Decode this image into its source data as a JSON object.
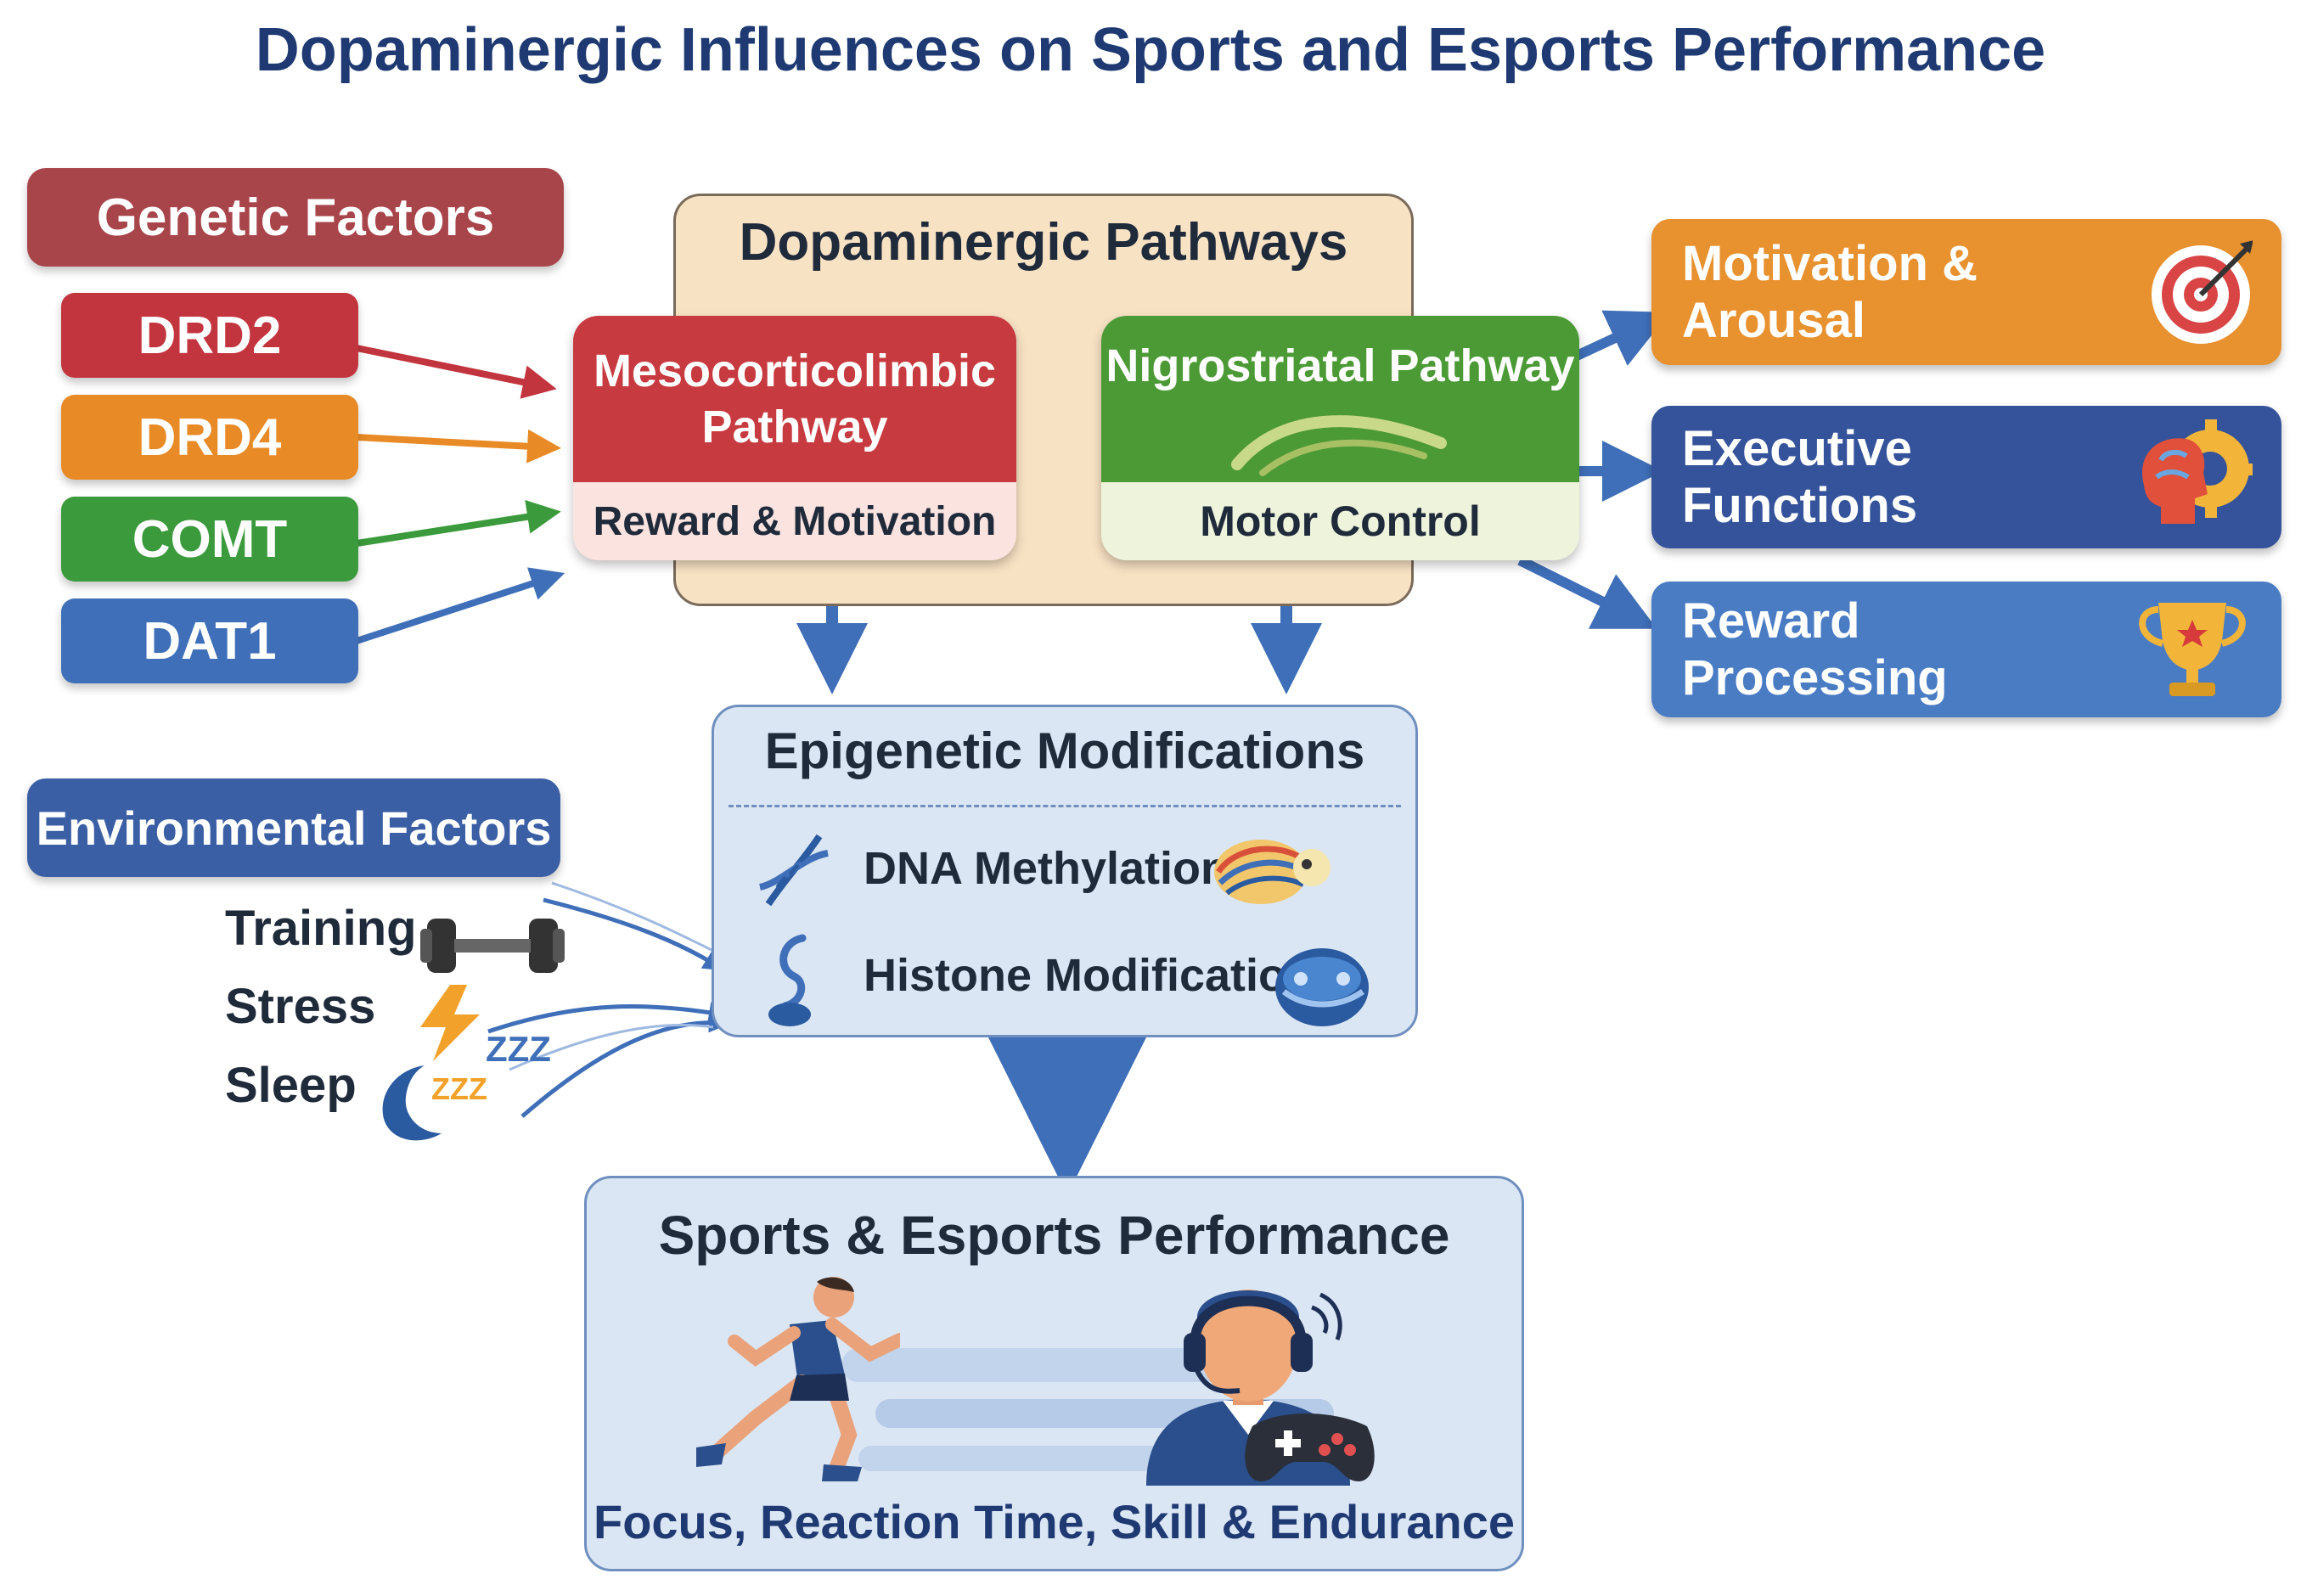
{
  "title": "Dopaminergic Influences on Sports and Esports Performance",
  "genetic": {
    "header": "Genetic Factors",
    "genes": [
      "DRD2",
      "DRD4",
      "COMT",
      "DAT1"
    ],
    "colors": [
      "#c3353e",
      "#e88a25",
      "#3b9a3b",
      "#3f6fb8"
    ]
  },
  "pathways": {
    "title": "Dopaminergic Pathways",
    "meso": {
      "name": "Mesocorticolimbic Pathway",
      "role": "Reward & Motivation"
    },
    "nigro": {
      "name": "Nigrostriatal Pathway",
      "role": "Motor Control"
    }
  },
  "outcomes": [
    {
      "label": "Motivation & Arousal",
      "icon": "target-icon",
      "color": "#e8912f"
    },
    {
      "label": "Executive Functions",
      "icon": "brain-gear-icon",
      "color": "#35539a"
    },
    {
      "label": "Reward Processing",
      "icon": "trophy-icon",
      "color": "#4a7cc4"
    }
  ],
  "environment": {
    "header": "Environmental Factors",
    "factors": [
      {
        "label": "Training",
        "icon": "dumbbell-icon"
      },
      {
        "label": "Stress",
        "icon": "lightning-icon"
      },
      {
        "label": "Sleep",
        "icon": "moon-sleep-icon"
      }
    ],
    "zzz_stress": "ZZZ",
    "zzz_sleep": "ZZZ"
  },
  "epigenetic": {
    "title": "Epigenetic Modifications",
    "items": [
      {
        "label": "DNA Methylation",
        "left_icon": "dna-icon",
        "right_icon": "chromatin-icon"
      },
      {
        "label": "Histone Modification",
        "left_icon": "histone-tail-icon",
        "right_icon": "nucleosome-icon"
      }
    ]
  },
  "performance": {
    "title": "Sports & Esports Performance",
    "caption": "Focus, Reaction Time, Skill & Endurance",
    "icons": [
      "runner-icon",
      "gamer-icon"
    ]
  }
}
